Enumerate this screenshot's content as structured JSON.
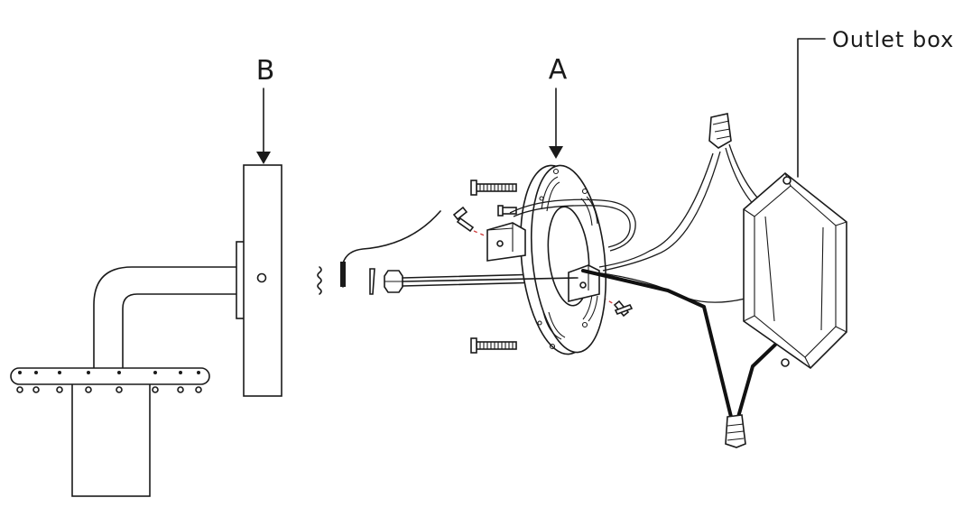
{
  "labels": {
    "part_a": "A",
    "part_b": "B",
    "outlet_box": "Outlet box"
  },
  "colors": {
    "line": "#1a1a1a",
    "guide_dash": "#d04040",
    "background": "#ffffff"
  }
}
